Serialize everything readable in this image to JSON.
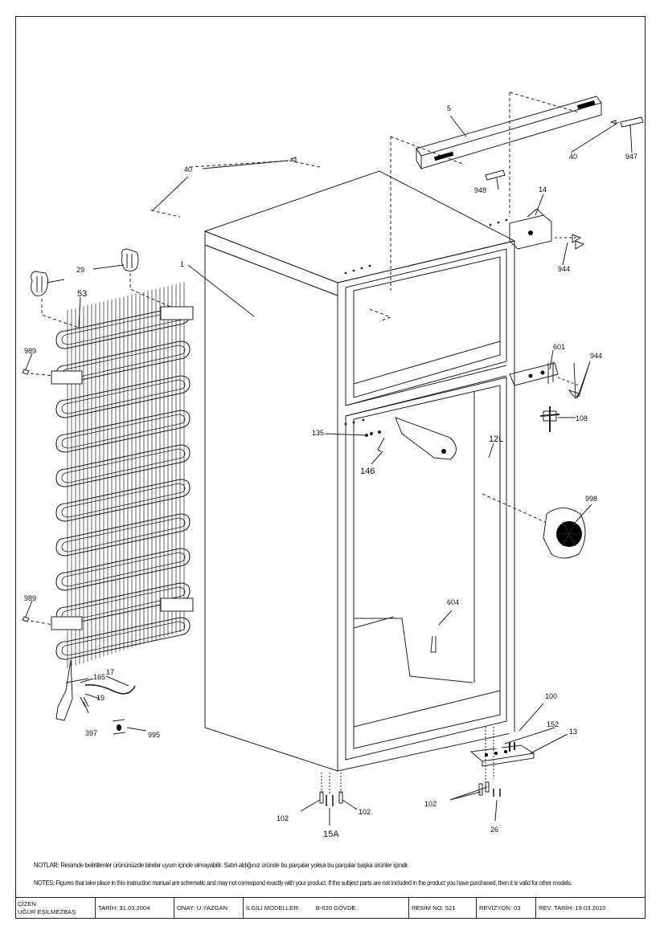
{
  "callouts": {
    "c5": "5",
    "c40a": "40",
    "c40b": "40",
    "c947": "947",
    "c948": "948",
    "c14": "14",
    "c944a": "944",
    "c1": "1",
    "c29": "29",
    "c53": "53",
    "c989a": "989",
    "c601": "601",
    "c944b": "944",
    "c108": "108",
    "c135": "135",
    "c12L": "12L",
    "c146": "146",
    "c998": "998",
    "c989b": "989",
    "c604": "604",
    "c165": "165",
    "c17": "17",
    "c19": "19",
    "c397": "397",
    "c995": "995",
    "c100": "100",
    "c152": "152",
    "c13": "13",
    "c102a": "102",
    "c102b": "102",
    "c102c": "102",
    "c15A": "15A",
    "c26": "26"
  },
  "notes": {
    "turkish": "NOTLAR: Resimde belirtilenler ürününüzde birebir uyum içinde olmayabilir. Satın aldığınız üründe bu parçalar yoksa bu parçalar başka ürünler içindir.",
    "english": "NOTES: Figures that take place in this instruction manual are schematic and may not correspond exactly with your product. If the subject parts are not included in the product you have purchased, then it is valid for other models."
  },
  "title_block": {
    "drawn_by_label": "ÇİZEN:",
    "drawn_by": "UĞUR EŞİLMEZBAŞ",
    "date": "TARİH: 31.03.2004",
    "approved": "ONAY: U.YAZGAN",
    "models_label": "İLGİLİ MODELLER:",
    "models": "B-620 GÖVDE.",
    "drawing_no": "RESİM NO: 521",
    "revision": "REVİZYON: 03",
    "revision_date": "REV. TARİH: 19.03.2010"
  }
}
